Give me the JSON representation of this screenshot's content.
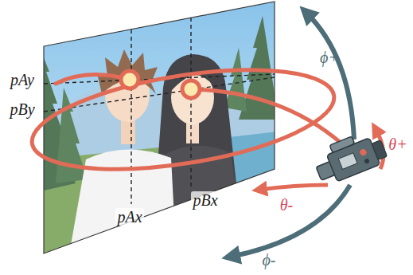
{
  "diagram": {
    "labels": [
      "pAy",
      "pBy",
      "pAx",
      "pBx",
      "ϕ+",
      "ϕ-",
      "θ+",
      "θ-"
    ]
  }
}
